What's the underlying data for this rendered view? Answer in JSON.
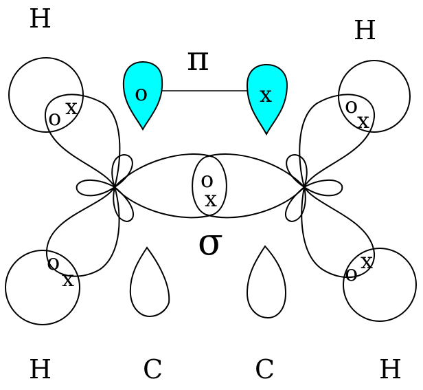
{
  "atoms": {
    "h_top_left": "H",
    "h_top_right": "H",
    "h_bottom_left": "H",
    "h_bottom_right": "H",
    "c_left": "C",
    "c_right": "C"
  },
  "bonds": {
    "pi": "π",
    "sigma": "σ"
  },
  "pi_lobes": {
    "left": "o",
    "right": "x",
    "fill_color": "#00FFFF"
  },
  "electron_marks": {
    "top_left_o": "o",
    "top_left_x": "x",
    "bottom_left_o": "o",
    "bottom_left_x": "x",
    "top_right_o": "o",
    "top_right_x": "x",
    "bottom_right_o": "o",
    "bottom_right_x": "x",
    "center_o": "o",
    "center_x": "x"
  }
}
